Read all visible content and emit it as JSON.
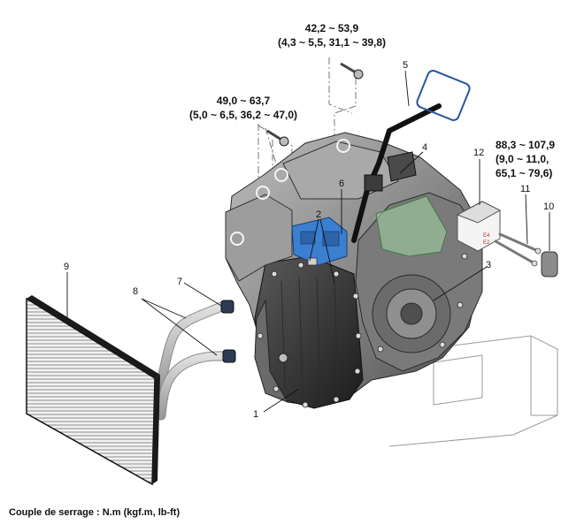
{
  "torques": [
    {
      "line1": "42,2 ~ 53,9",
      "line2": "(4,3 ~ 5,5, 31,1 ~ 39,8)",
      "line3": ""
    },
    {
      "line1": "49,0 ~ 63,7",
      "line2": "(5,0 ~ 6,5, 36,2 ~ 47,0)",
      "line3": ""
    },
    {
      "line1": "88,3 ~ 107,9",
      "line2": "(9,0 ~ 11,0,",
      "line3": "65,1 ~ 79,6)"
    }
  ],
  "callouts": [
    "1",
    "2",
    "3",
    "4",
    "5",
    "6",
    "7",
    "8",
    "9",
    "10",
    "11",
    "12"
  ],
  "module_labels": [
    "E4",
    "E2"
  ],
  "caption": "Couple de serrage : N.m (kgf.m, lb-ft)"
}
